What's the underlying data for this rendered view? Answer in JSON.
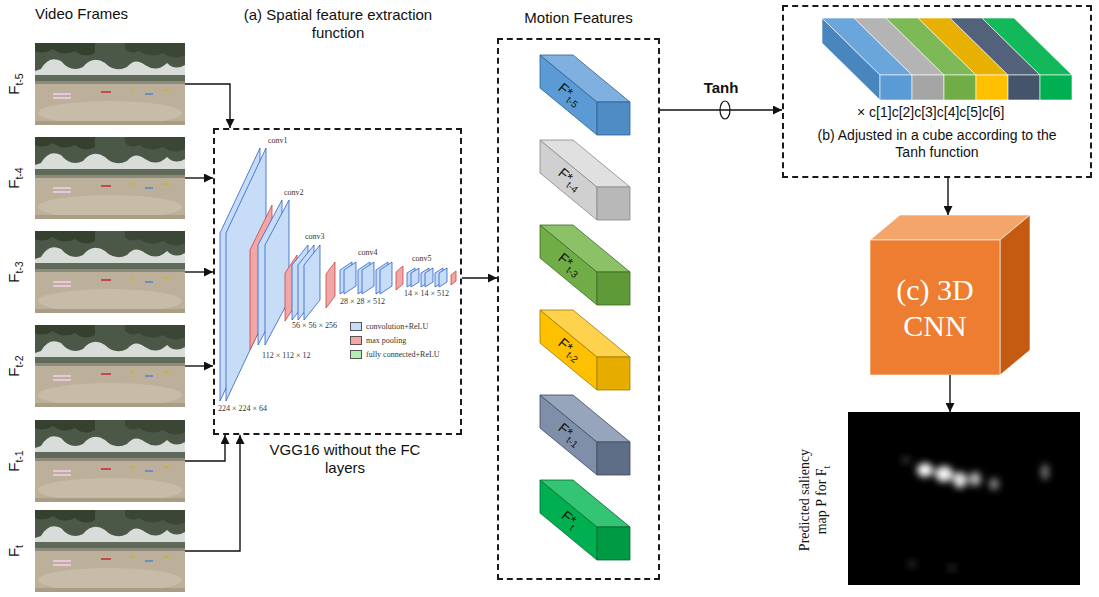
{
  "diagram": {
    "nodes": [
      {
        "text": [
          "Ft-5"
        ]
      },
      {
        "text": [
          "Ft-4"
        ]
      },
      {
        "text": [
          "Ft-3"
        ]
      },
      {
        "text": [
          "Ft-2"
        ]
      },
      {
        "text": [
          "Ft-1"
        ]
      },
      {
        "text": [
          "Ft"
        ]
      },
      {
        "text": [
          "(a) Spatial feature extraction function",
          "VGG16 without the FC layers"
        ]
      },
      {
        "text": [
          "Motion Features"
        ]
      },
      {
        "text": [
          "F*t-5"
        ],
        "in": 7
      },
      {
        "text": [
          "F*t-4"
        ],
        "in": 7
      },
      {
        "text": [
          "F*t-3"
        ],
        "in": 7
      },
      {
        "text": [
          "F*t-2"
        ],
        "in": 7
      },
      {
        "text": [
          "F*t-1"
        ],
        "in": 7
      },
      {
        "text": [
          "F*t"
        ],
        "in": 7
      },
      {
        "text": [
          "× c[1]c[2]c[3]c[4]c[5]c[6]",
          "(b) Adjusted in a cube according to the Tanh function"
        ]
      },
      {
        "text": [
          "(c) 3D CNN"
        ]
      },
      {
        "text": [
          "Predicted saliency map P for Ft"
        ]
      }
    ],
    "edges": [
      {
        "from": 0,
        "to": 6,
        "arrow": "to"
      },
      {
        "from": 1,
        "to": 6,
        "arrow": "to"
      },
      {
        "from": 2,
        "to": 6,
        "arrow": "to"
      },
      {
        "from": 3,
        "to": 6,
        "arrow": "to"
      },
      {
        "from": 4,
        "to": 6,
        "arrow": "to"
      },
      {
        "from": 5,
        "to": 6,
        "arrow": "to"
      },
      {
        "from": 6,
        "to": 7,
        "arrow": "to"
      },
      {
        "from": 7,
        "to": 14,
        "label": "Tanh",
        "arrow": "to"
      },
      {
        "from": 14,
        "to": 15,
        "arrow": "to"
      },
      {
        "from": 15,
        "to": 16,
        "arrow": "to"
      }
    ],
    "labels": [
      "Video Frames",
      "conv1",
      "conv2",
      "conv3",
      "conv4",
      "conv5",
      "224 × 224 × 64",
      "112 × 112 × 12",
      "56 × 56 × 256",
      "28 × 28 × 512",
      "14 × 14 × 512"
    ],
    "legend": [
      {
        "text": "convolution+ReLU",
        "color": "#c6dcf7"
      },
      {
        "text": "max pooling",
        "color": "#f2a7a7"
      },
      {
        "text": "fully connected+ReLU",
        "color": "#b5ebb5"
      }
    ]
  }
}
